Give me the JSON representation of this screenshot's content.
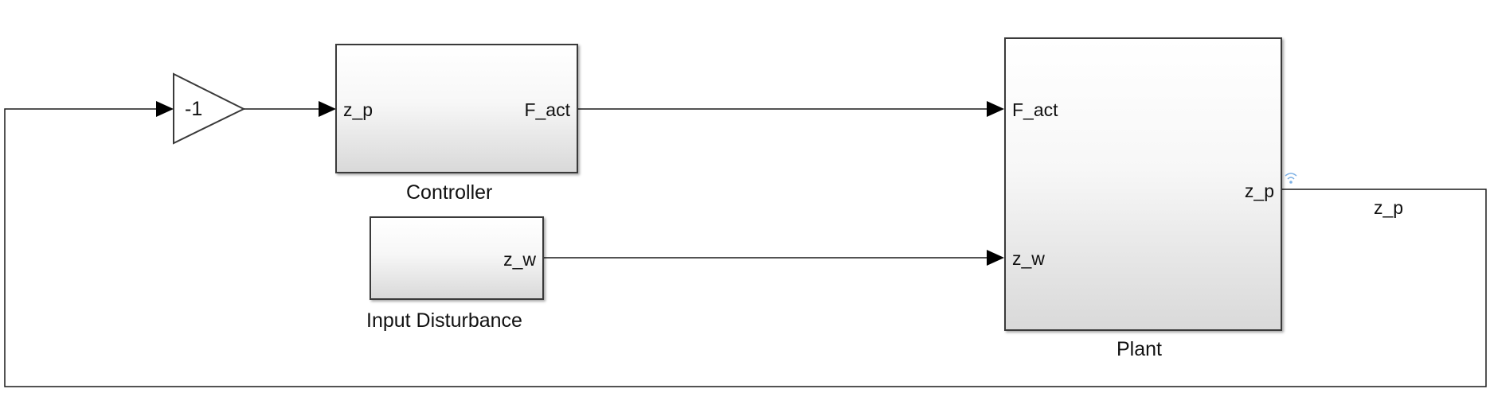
{
  "gain": {
    "value_label": "-1"
  },
  "controller": {
    "name": "Controller",
    "inport": "z_p",
    "outport": "F_act"
  },
  "input_disturbance": {
    "name": "Input Disturbance",
    "outport": "z_w"
  },
  "plant": {
    "name": "Plant",
    "inports": [
      "F_act",
      "z_w"
    ],
    "outport": "z_p"
  },
  "signals": {
    "feedback_label": "z_p"
  },
  "colors": {
    "wire": "#1a1a1a",
    "block_border": "#3a3a3a",
    "block_fill_top": "#ffffff",
    "block_fill_bottom": "#d9d9d9",
    "log_indicator": "#7fb2e5"
  }
}
